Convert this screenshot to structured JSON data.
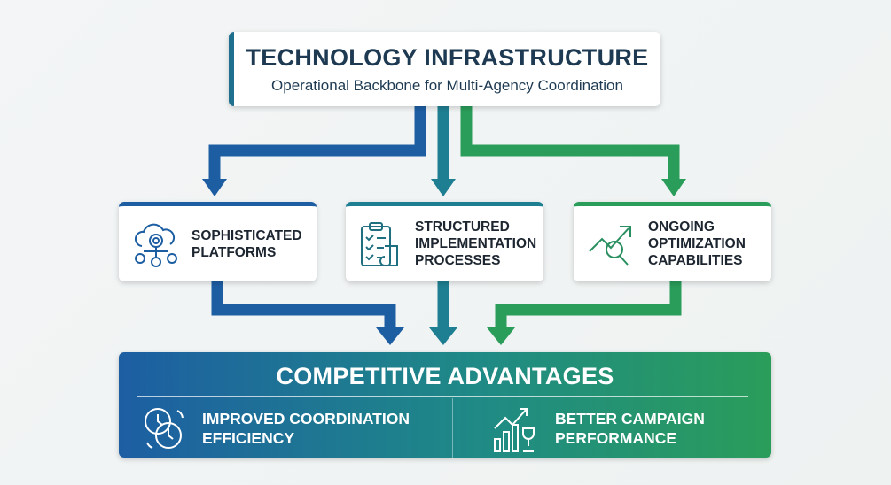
{
  "header": {
    "title": "TECHNOLOGY INFRASTRUCTURE",
    "subtitle": "Operational Backbone for Multi-Agency Coordination"
  },
  "pillars": [
    {
      "label": "SOPHISTICATED PLATFORMS",
      "icon": "cloud-gears-icon"
    },
    {
      "label": "STRUCTURED IMPLEMENTATION PROCESSES",
      "icon": "clipboard-checklist-icon"
    },
    {
      "label": "ONGOING OPTIMIZATION CAPABILITIES",
      "icon": "trend-magnifier-icon"
    }
  ],
  "outcome": {
    "title": "COMPETITIVE ADVANTAGES",
    "items": [
      {
        "label": "IMPROVED COORDINATION EFFICIENCY",
        "icon": "clocks-icon"
      },
      {
        "label": "BETTER CAMPAIGN PERFORMANCE",
        "icon": "chart-trophy-icon"
      }
    ]
  },
  "colors": {
    "blue": "#1d5ea3",
    "teal": "#1f8a86",
    "green": "#2a9d5a",
    "navy": "#1d3a52"
  }
}
